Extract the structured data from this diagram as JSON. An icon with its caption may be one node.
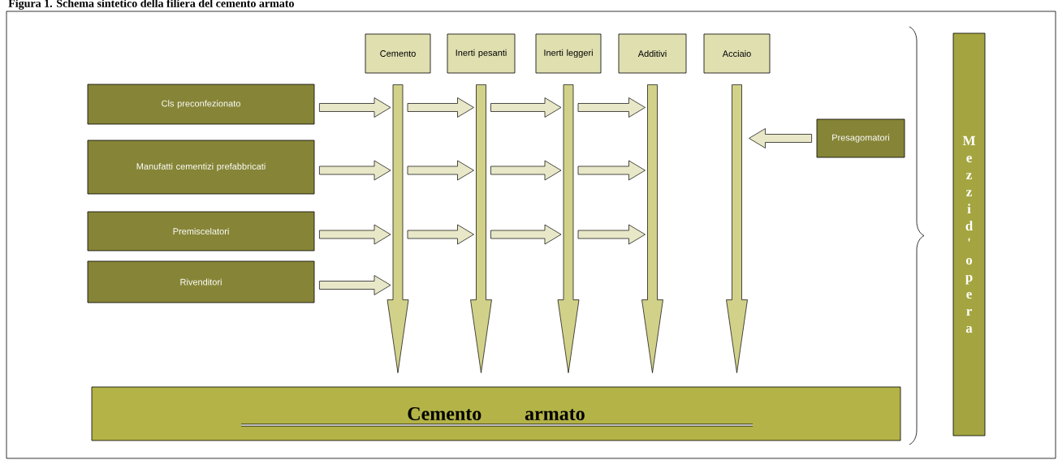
{
  "diagram": {
    "title": "Figura 1. Schema sintetico della filiera del cemento armato",
    "nodes": [
      {
        "text": [
          "Cemento"
        ]
      },
      {
        "text": [
          "Inerti pesanti"
        ]
      },
      {
        "text": [
          "Inerti leggeri"
        ]
      },
      {
        "text": [
          "Additivi"
        ]
      },
      {
        "text": [
          "Acciaio"
        ]
      },
      {
        "text": [
          "Cls preconfezionato"
        ]
      },
      {
        "text": [
          "Manufatti cementizi prefabbricati"
        ]
      },
      {
        "text": [
          "Premiscelatori"
        ]
      },
      {
        "text": [
          "Rivenditori"
        ]
      },
      {
        "text": [
          "Presagomatori"
        ]
      },
      {
        "text": [
          "Cemento armato"
        ]
      },
      {
        "text": [
          "Mezzi d'opera"
        ]
      }
    ],
    "edges": [
      {
        "from": 0,
        "to": 10,
        "arrow": "to"
      },
      {
        "from": 1,
        "to": 10,
        "arrow": "to"
      },
      {
        "from": 2,
        "to": 10,
        "arrow": "to"
      },
      {
        "from": 3,
        "to": 10,
        "arrow": "to"
      },
      {
        "from": 4,
        "to": 10,
        "arrow": "to"
      },
      {
        "from": 5,
        "to": null,
        "arrow": "to"
      },
      {
        "from": 6,
        "to": null,
        "arrow": "to"
      },
      {
        "from": 7,
        "to": null,
        "arrow": "to"
      },
      {
        "from": 8,
        "to": null,
        "arrow": "to"
      },
      {
        "from": 9,
        "to": null,
        "arrow": "to"
      }
    ]
  }
}
